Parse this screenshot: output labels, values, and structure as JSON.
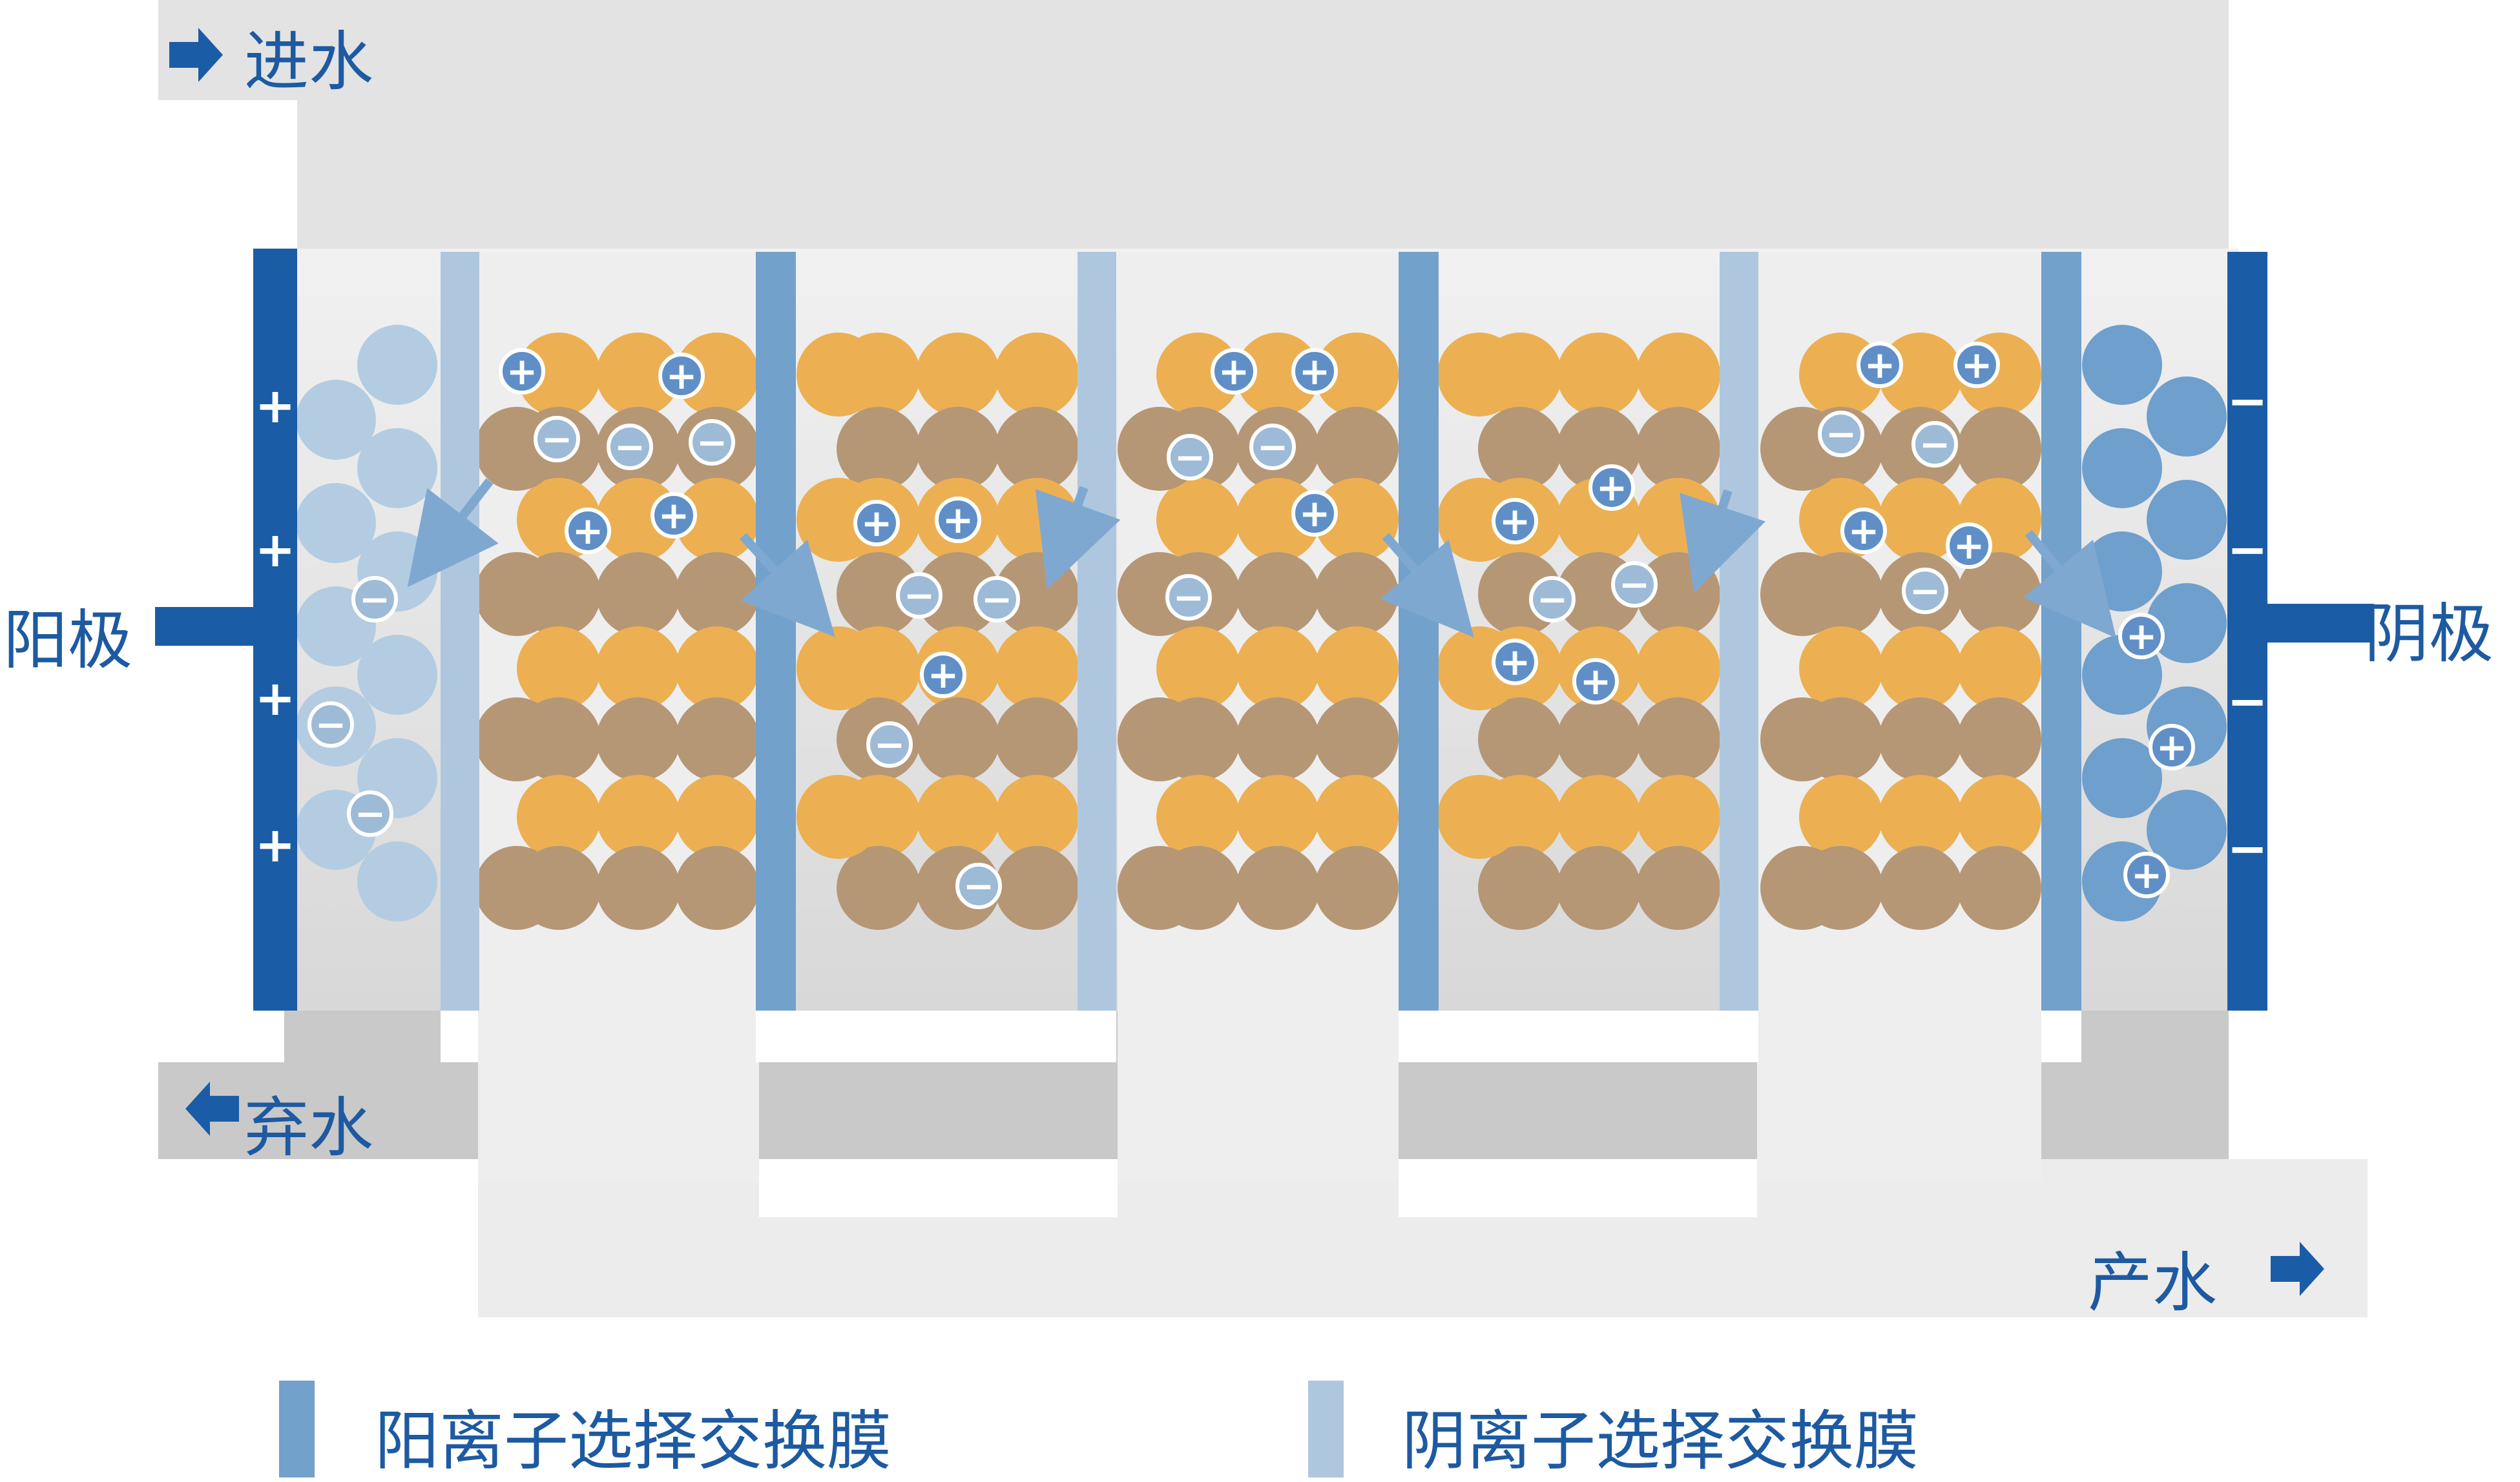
{
  "labels": {
    "inlet": "进水",
    "reject": "弃水",
    "product": "产水",
    "anode": "阳极",
    "cathode": "阴极"
  },
  "legend": {
    "cation_membrane": "阳离子选择交换膜",
    "anion_membrane": "阴离子选择交换膜"
  },
  "electrode_signs": {
    "anode": "+",
    "cathode": "−"
  },
  "ion_signs": {
    "cation": "+",
    "anion": "−"
  },
  "colors": {
    "electrode": "#1b5ca6",
    "cation_membrane": "#72a1cb",
    "anion_membrane": "#aec7de",
    "orange_resin": "#ecb052",
    "brown_resin": "#b59776",
    "anode_bead": "#b3cce2",
    "cathode_bead": "#6f9fcc",
    "text": "#1d5aa1"
  }
}
